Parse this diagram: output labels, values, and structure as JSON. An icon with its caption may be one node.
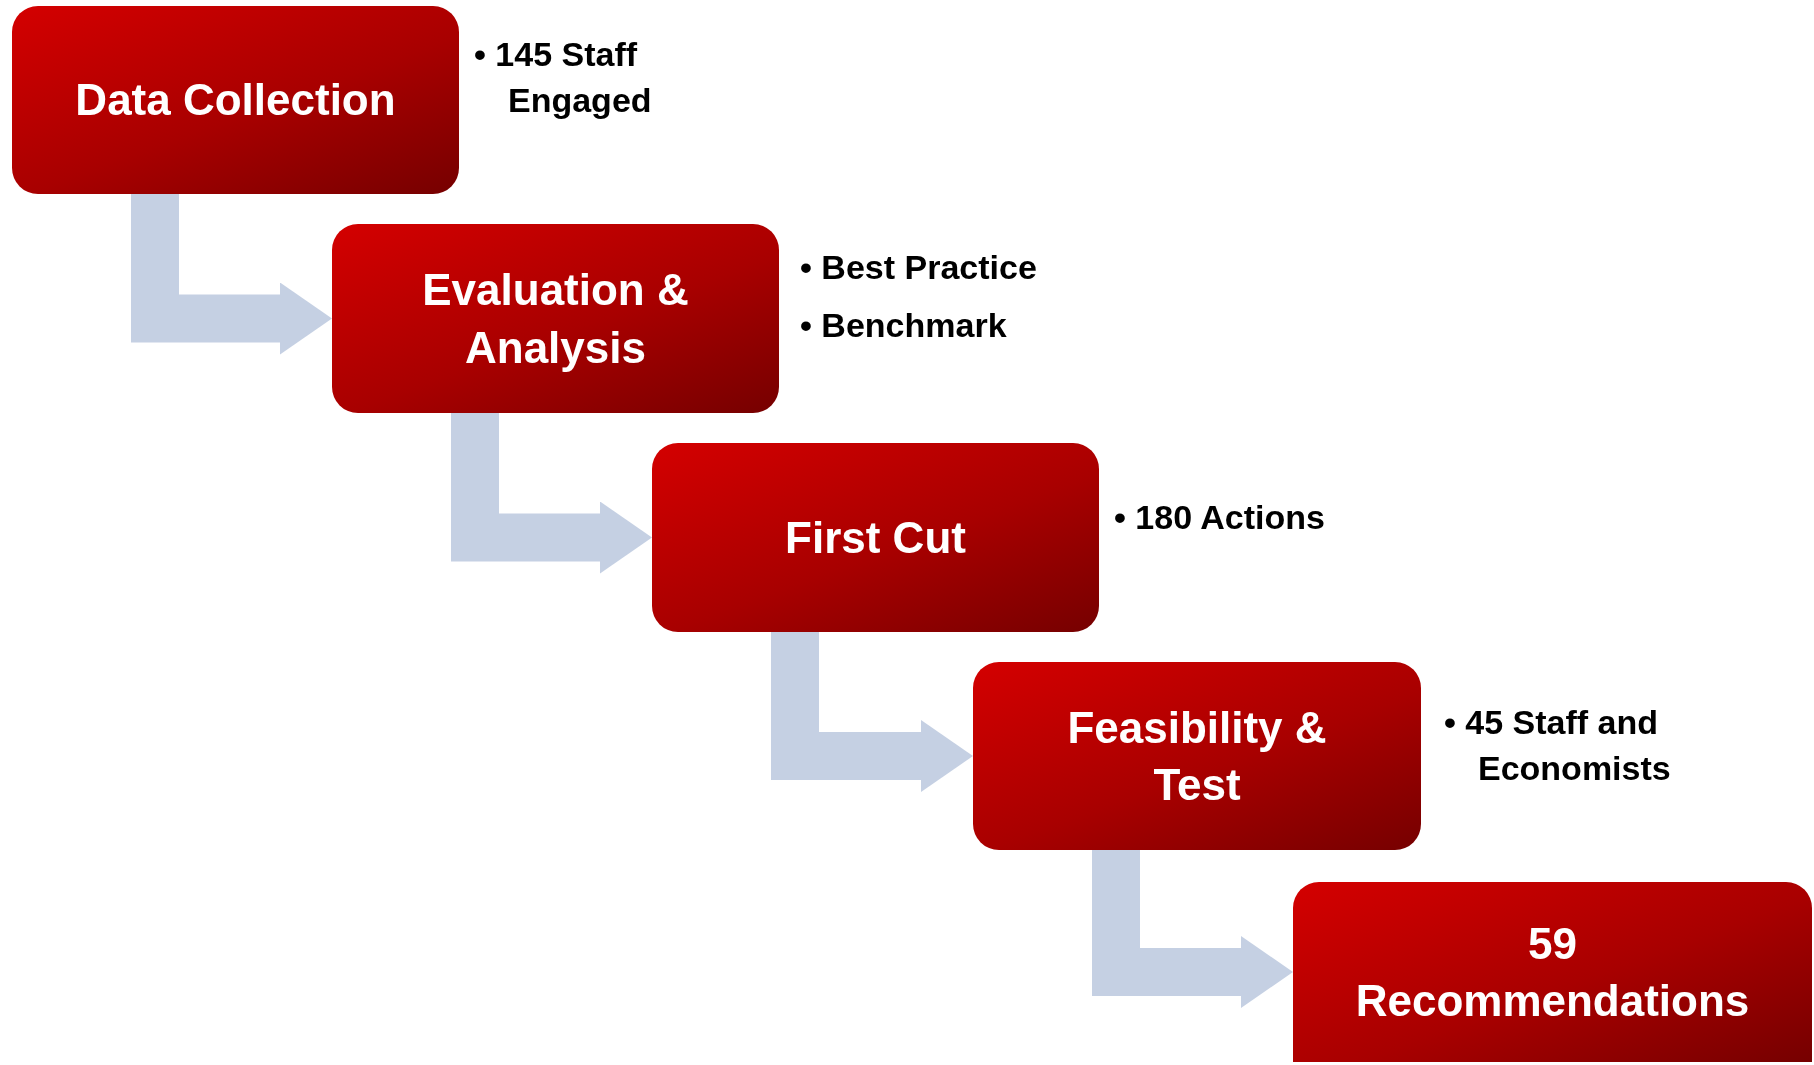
{
  "diagram": {
    "nodes": [
      {
        "text": [
          "Data Collection"
        ],
        "beside": [
          "• 145 Staff Engaged"
        ]
      },
      {
        "text": [
          "Evaluation & Analysis"
        ],
        "beside": [
          "• Best Practice",
          "• Benchmark"
        ]
      },
      {
        "text": [
          "First Cut"
        ],
        "beside": [
          "• 180 Actions"
        ]
      },
      {
        "text": [
          "Feasibility & Test"
        ],
        "beside": [
          "• 45 Staff and Economists"
        ]
      },
      {
        "text": [
          "59 Recommendations"
        ]
      }
    ],
    "edges": [
      {
        "from": 0,
        "to": 1,
        "arrow": "to"
      },
      {
        "from": 1,
        "to": 2,
        "arrow": "to"
      },
      {
        "from": 2,
        "to": 3,
        "arrow": "to"
      },
      {
        "from": 3,
        "to": 4,
        "arrow": "to"
      }
    ]
  }
}
